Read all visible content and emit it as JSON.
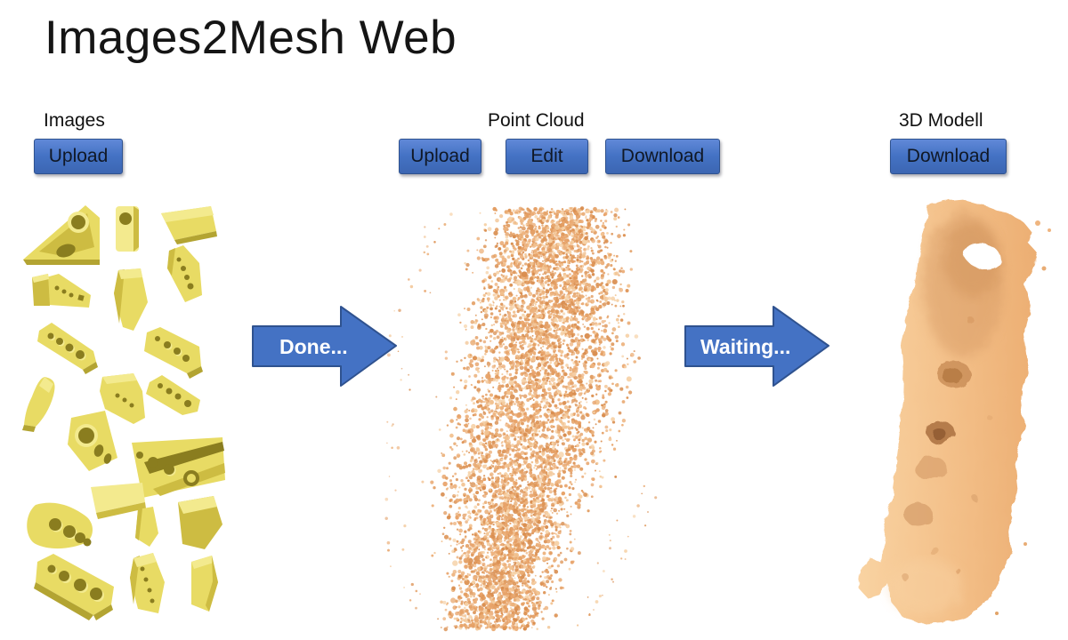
{
  "title": "Images2Mesh Web",
  "palette": {
    "accent_blue": "#4472C4",
    "accent_blue_dark": "#2F528F",
    "button_text": "#101826",
    "arrow_text": "#FFFFFF",
    "gold_light": "#F3EA8E",
    "gold_base": "#E8DB64",
    "gold_dark": "#B3A432",
    "cloud_dot_colors": [
      "#EDB27D",
      "#E8A369",
      "#F2C392",
      "#DE9557",
      "#E9AC74",
      "#F6D2A8",
      "#D98E50",
      "#E39E63"
    ],
    "mesh_light": "#F9D3A2",
    "mesh_base": "#F3BF88",
    "mesh_dark": "#ECAE72"
  },
  "sections": {
    "images": {
      "label": "Images",
      "buttons": [
        {
          "label": "Upload"
        }
      ]
    },
    "point_cloud": {
      "label": "Point Cloud",
      "buttons": [
        {
          "label": "Upload"
        },
        {
          "label": "Edit"
        },
        {
          "label": "Download"
        }
      ]
    },
    "model": {
      "label": "3D Modell",
      "buttons": [
        {
          "label": "Download"
        }
      ]
    }
  },
  "arrows": {
    "first": {
      "label": "Done..."
    },
    "second": {
      "label": "Waiting..."
    }
  },
  "illustrations": {
    "images_collage": "scattered gold renders of machine part images",
    "point_cloud": "orange reconstructed point cloud of the part",
    "mesh_model": "orange reconstructed 3D mesh of the part"
  }
}
